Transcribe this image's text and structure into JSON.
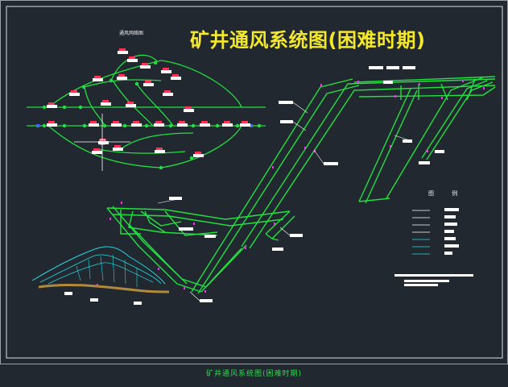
{
  "title": "矿井通风系统图(困难时期)",
  "network_title": "通风网络图",
  "legend_title": "图 例",
  "caption": "矿井通风系统图(困难时期)",
  "colors": {
    "background": "#212830",
    "frame": "#e0e0e0",
    "airway": "#22e040",
    "title": "#f4e82a",
    "label_box": "#ffffff",
    "node_marker": "#ff3355",
    "terrain": "#27d8e0",
    "surface": "#b08a3a"
  }
}
